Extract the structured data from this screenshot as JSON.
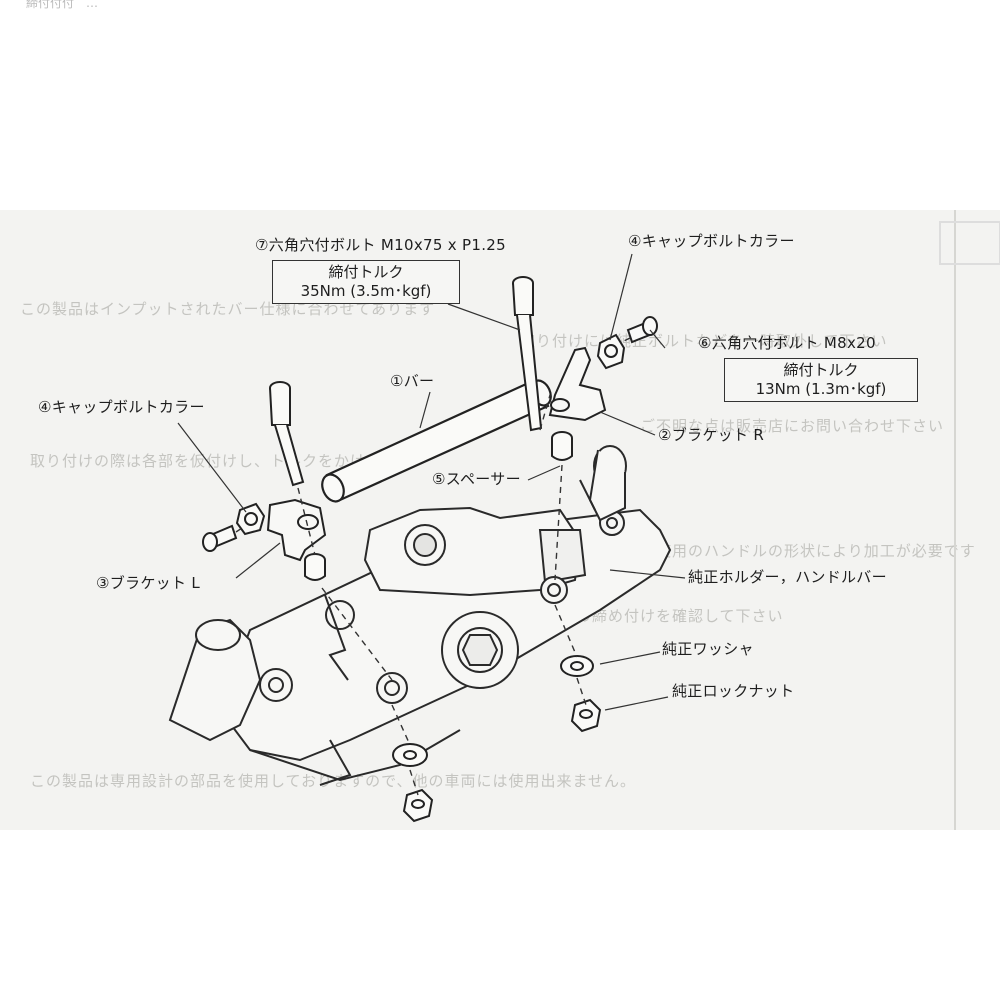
{
  "header_fragment": "締付付付　…",
  "labels": {
    "bolt_m10": "⑦六角穴付ボルト M10x75 x P1.25",
    "bolt_m10_torque_title": "締付トルク",
    "bolt_m10_torque_value": "35Nm (3.5m･kgf)",
    "cap_collar_right": "④キャップボルトカラー",
    "bolt_m8": "⑥六角穴付ボルト M8x20",
    "bolt_m8_torque_title": "締付トルク",
    "bolt_m8_torque_value": "13Nm (1.3m･kgf)",
    "bar": "①バー",
    "cap_collar_left": "④キャップボルトカラー",
    "bracket_r": "②ブラケット R",
    "spacer": "⑤スペーサー",
    "bracket_l": "③ブラケット L",
    "oem_holder": "純正ホルダー，ハンドルバー",
    "oem_washer": "純正ワッシャ",
    "oem_locknut": "純正ロックナット"
  },
  "background_text": [
    "この製品はインプットされたバー仕様に合わせてあります",
    "取り付けには純正ボルトなどを一時取外して下さい",
    "ご不明な点は販売店にお問い合わせ下さい",
    "取り付けの際は各部を仮付けし、トルクをかける",
    "ご使用のハンドルの形状により加工が必要です",
    "取付後、各部の締め付けを確認して下さい",
    "この製品は専用設計の部品を使用しておりますので、他の車両には使用出来ません。"
  ],
  "colors": {
    "ink": "#1e1e1e",
    "paper": "#f3f3f1",
    "faded": "#c4c4c0"
  }
}
